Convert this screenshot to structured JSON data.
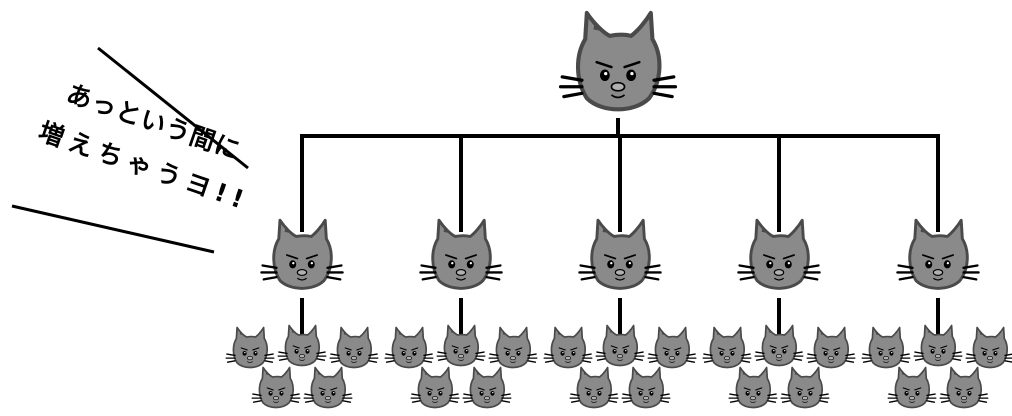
{
  "caption": {
    "line1": "あっという間に",
    "line2": "増えちゃうヨ!!"
  },
  "tree": {
    "children": 5,
    "grandchildren_per_child": 5
  },
  "colors": {
    "cat_fill": "#8a8a8a",
    "cat_stroke": "#4a4a4a",
    "nose": "#b0b0b0",
    "ink": "#000000",
    "background": "#ffffff"
  },
  "icons": {
    "cat": "cat-face-icon"
  }
}
